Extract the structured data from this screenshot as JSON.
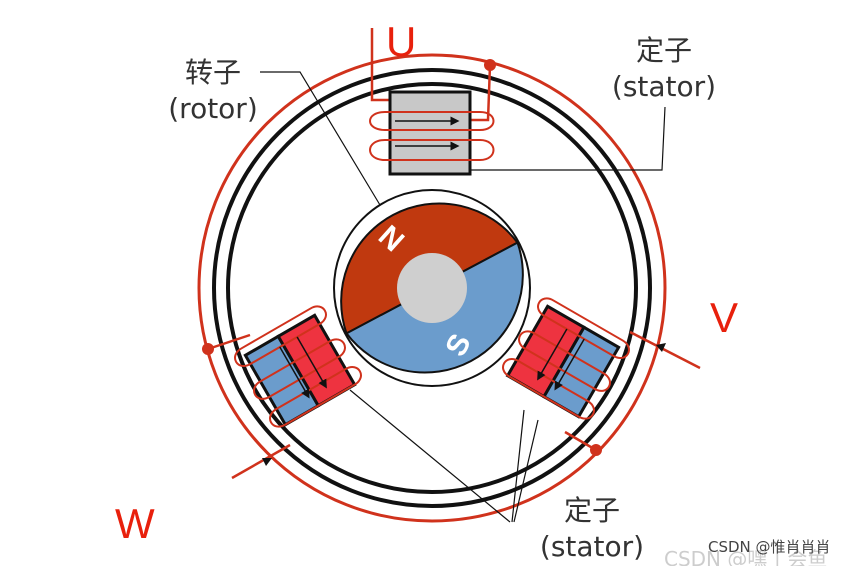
{
  "phases": {
    "u": "U",
    "v": "V",
    "w": "W"
  },
  "labels": {
    "rotor_cn": "转子",
    "rotor_en": "(rotor)",
    "stator_top_cn": "定子",
    "stator_top_en": "(stator)",
    "stator_bottom_cn": "定子",
    "stator_bottom_en": "(stator)"
  },
  "rotor": {
    "north": "N",
    "south": "S"
  },
  "watermark": {
    "main": "CSDN @惟肖肖肖",
    "faded": "CSDN @嘿丨会鱼"
  },
  "colors": {
    "wire": "#d0321c",
    "north": "#c0390f",
    "south": "#6b9ccc",
    "stator_gray": "#c8c8c8",
    "stator_red": "#ee3340",
    "stator_blue": "#6b9ccc",
    "shaft": "#cfcfcf"
  }
}
